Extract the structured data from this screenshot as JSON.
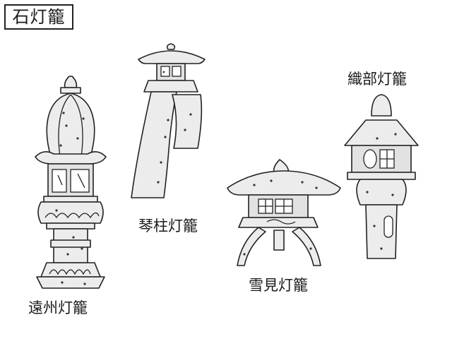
{
  "title": "石灯籠",
  "lanterns": [
    {
      "name": "遠州灯籠"
    },
    {
      "name": "琴柱灯籠"
    },
    {
      "name": "雪見灯籠"
    },
    {
      "name": "織部灯籠"
    }
  ]
}
